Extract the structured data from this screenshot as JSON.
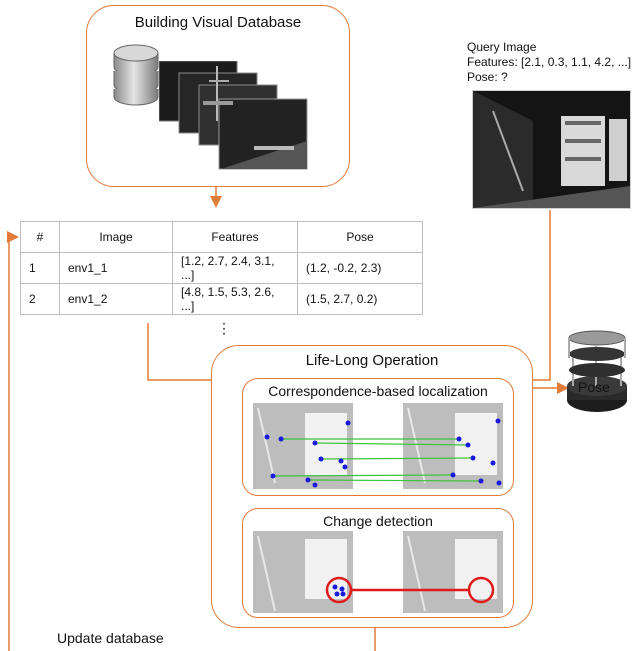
{
  "build_box": {
    "title": "Building Visual Database"
  },
  "query": {
    "title": "Query Image",
    "features": "Features: [2.1, 0.3, 1.1, 4.2, ...]",
    "pose": "Pose: ?"
  },
  "table": {
    "headers": [
      "#",
      "Image",
      "Features",
      "Pose"
    ],
    "rows": [
      [
        "1",
        "env1_1",
        "[1.2, 2.7, 2.4, 3.1, ...]",
        "(1.2, -0.2, 2.3)"
      ],
      [
        "2",
        "env1_2",
        "[4.8, 1.5, 5.3, 2.6, ...]",
        "(1.5, 2.7, 0.2)"
      ]
    ],
    "more": "⋮"
  },
  "lifelong": {
    "title": "Life-Long Operation",
    "localization_title": "Correspondence-based  localization",
    "change_title": "Change detection"
  },
  "pose_output": "Pose",
  "update_label": "Update database",
  "colors": {
    "accent": "#e07b39",
    "match_line": "#3cc43c",
    "keypoint": "#1a1adb",
    "change": "#e01b1b"
  }
}
